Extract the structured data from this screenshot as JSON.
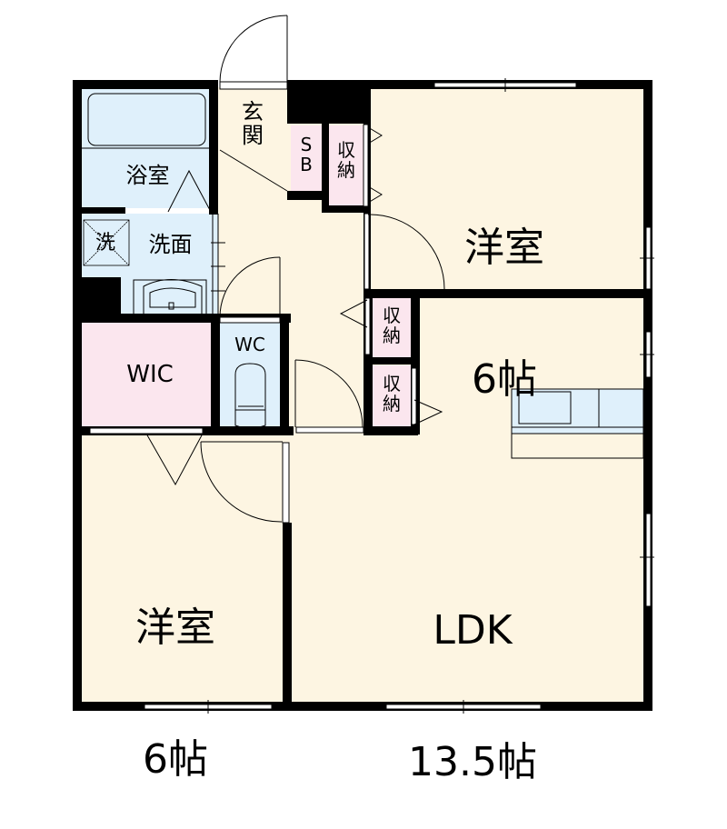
{
  "floorplan": {
    "colors": {
      "wall": "#000000",
      "living_floor": "#fdf5e2",
      "wet_area": "#dff0fb",
      "storage": "#fbe6ee",
      "background": "#ffffff"
    },
    "rooms": {
      "western_room_ne": {
        "name": "洋室",
        "size": "6帖"
      },
      "western_room_sw": {
        "name": "洋室",
        "size": "6帖"
      },
      "ldk": {
        "name": "LDK",
        "size": "13.5帖"
      },
      "bath": {
        "name": "浴室"
      },
      "washroom": {
        "name": "洗面"
      },
      "washer": {
        "name": "洗"
      },
      "entrance": {
        "name": "玄\n関"
      },
      "shoe_box": {
        "name": "S\nB"
      },
      "storage_entry": {
        "name": "収\n納"
      },
      "storage_hall_1": {
        "name": "収\n納"
      },
      "storage_hall_2": {
        "name": "収\n納"
      },
      "wic": {
        "name": "WIC"
      },
      "wc": {
        "name": "WC"
      }
    }
  }
}
